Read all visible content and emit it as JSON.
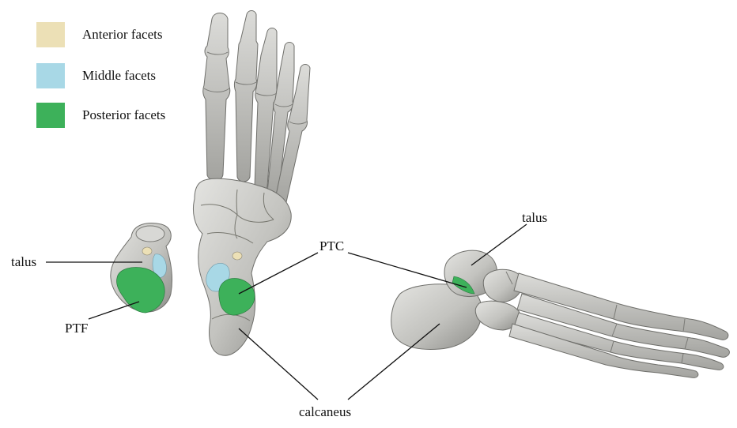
{
  "legend": {
    "items": [
      {
        "label": "Anterior facets",
        "color": "#ece0b6"
      },
      {
        "label": "Middle facets",
        "color": "#a8d8e6"
      },
      {
        "label": "Posterior facets",
        "color": "#3db15a"
      }
    ]
  },
  "labels": {
    "talus_left": "talus",
    "ptf": "PTF",
    "ptc": "PTC",
    "talus_right": "talus",
    "calcaneus": "calcaneus"
  },
  "colors": {
    "bone_fill": "#c7c7c4",
    "bone_shade": "#9b9b97",
    "bone_outline": "#6f6f6b",
    "anterior_facet": "#ece0b6",
    "middle_facet": "#a8d8e6",
    "posterior_facet": "#3db15a"
  },
  "icons": {
    "left": "isolated-talus-bone-icon",
    "middle": "foot-skeleton-superior-view-icon",
    "right": "foot-skeleton-lateral-view-icon"
  }
}
